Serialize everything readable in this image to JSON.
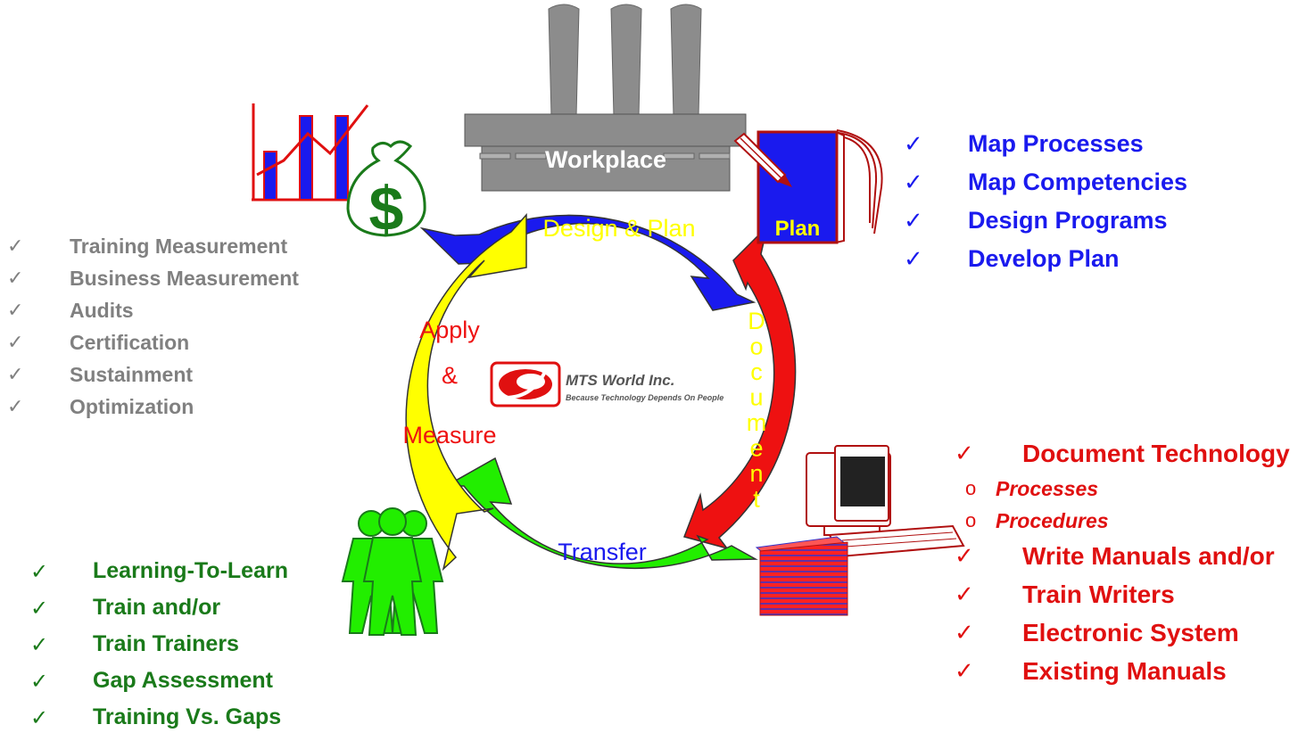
{
  "workplace_label": "Workplace",
  "plan_book_label": "Plan",
  "logo": {
    "company": "MTS World Inc.",
    "tagline": "Because Technology Depends On People"
  },
  "money_symbol": "$",
  "cycle": {
    "design_plan": "Design & Plan",
    "document_letters": [
      "D",
      "o",
      "c",
      "u",
      "m",
      "e",
      "n",
      "t"
    ],
    "transfer": "Transfer",
    "apply_lines": [
      "Apply",
      "&",
      "Measure"
    ]
  },
  "check_glyph": "✓",
  "plan_list": [
    "Map Processes",
    "Map Competencies",
    "Design Programs",
    "Develop Plan"
  ],
  "measure_list": [
    "Training Measurement",
    "Business Measurement",
    "Audits",
    "Certification",
    "Sustainment",
    "Optimization"
  ],
  "transfer_list": [
    "Learning-To-Learn",
    "Train and/or",
    "Train Trainers",
    "Gap Assessment",
    "Training Vs. Gaps"
  ],
  "document_list": {
    "head": "Document Technology",
    "subs": [
      "Processes",
      "Procedures"
    ],
    "sub_bullet": "o",
    "items": [
      "Write Manuals and/or",
      "Train Writers",
      "Electronic System",
      "Existing Manuals"
    ]
  },
  "colors": {
    "blue": "#1a1aee",
    "red": "#ee1111",
    "green": "#22ee00",
    "yellow": "#ffff00",
    "gray": "#808080",
    "dark_green": "#1a7a1a"
  },
  "icons": [
    "factory-icon",
    "bar-chart-icon",
    "money-bag-icon",
    "notebook-icon",
    "pencil-icon",
    "computer-icon",
    "paper-stack-icon",
    "people-group-icon",
    "logo-icon"
  ]
}
